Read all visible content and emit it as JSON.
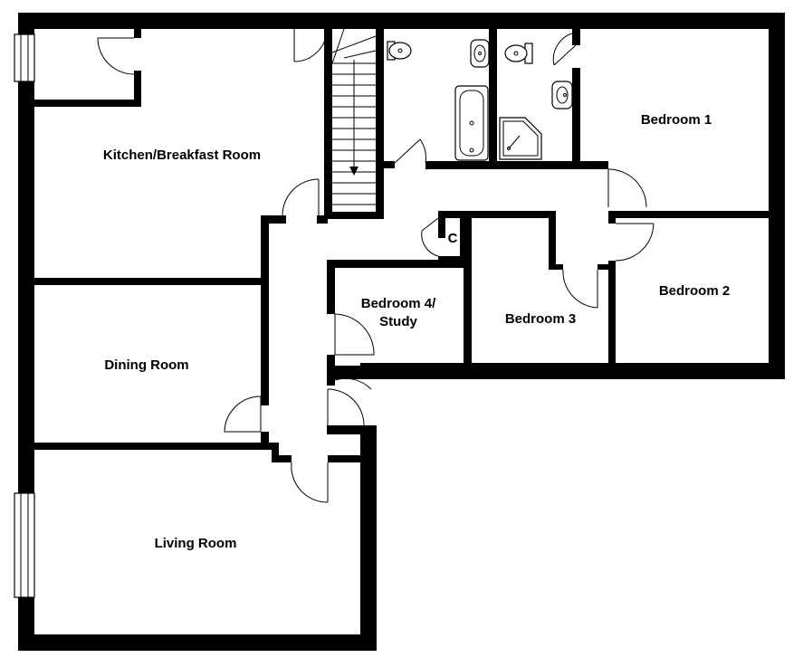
{
  "rooms": {
    "kitchen": "Kitchen/Breakfast Room",
    "bedroom1": "Bedroom 1",
    "bedroom2": "Bedroom 2",
    "bedroom3": "Bedroom 3",
    "bedroom4_line1": "Bedroom 4/",
    "bedroom4_line2": "Study",
    "dining": "Dining Room",
    "living": "Living Room",
    "cupboard": "C"
  }
}
